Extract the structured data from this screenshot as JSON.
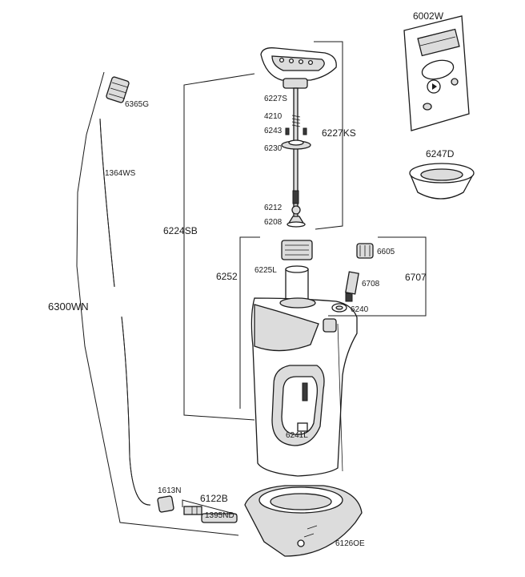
{
  "labels": {
    "p6002W": "6002W",
    "p6247D": "6247D",
    "p6365G": "6365G",
    "p1364WS": "1364WS",
    "p6300WN": "6300WN",
    "p6224SB": "6224SB",
    "p6227S": "6227S",
    "p4210": "4210",
    "p6243": "6243",
    "p6227KS": "6227KS",
    "p6230": "6230",
    "p6212": "6212",
    "p6208": "6208",
    "p6225L": "6225L",
    "p6252": "6252",
    "p6605": "6605",
    "p6708": "6708",
    "p6707": "6707",
    "p6240": "6240",
    "p6241L": "6241L",
    "p1613N": "1613N",
    "p6122B": "6122B",
    "p1395ND": "1395ND",
    "p6126OE": "6126OE"
  }
}
